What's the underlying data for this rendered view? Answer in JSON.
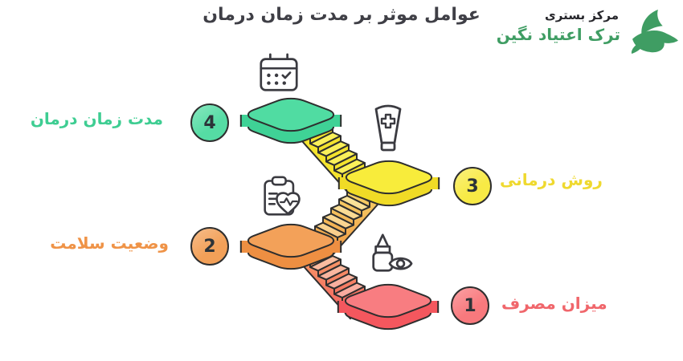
{
  "title": "عوامل موثر بر مدت زمان درمان",
  "logo": {
    "line1": "مرکز بستری",
    "line2": "ترک اعتیاد نگین"
  },
  "steps": [
    {
      "num": "1",
      "label": "میزان مصرف",
      "icon": "nasal-drops-eye-icon"
    },
    {
      "num": "2",
      "label": "وضعیت سلامت",
      "icon": "clipboard-heart-icon"
    },
    {
      "num": "3",
      "label": "روش درمانی",
      "icon": "ointment-tube-icon"
    },
    {
      "num": "4",
      "label": "مدت زمان درمان",
      "icon": "calendar-icon"
    }
  ],
  "palette": {
    "outline": "#2E2E2E",
    "title_color": "#3F3F46",
    "icon_stroke": "#3B3B41",
    "brand_green": "#3F9D63",
    "logo_dark": "#26262B",
    "steps": {
      "1": {
        "top": "#F87D81",
        "side": "#F4575E",
        "badge": "#F8797D",
        "label": "#F0666B",
        "riser_from": "#F6A868",
        "riser_to": "#F45A60",
        "tread_from": "#FBC9A0",
        "tread_to": "#FA9A9E"
      },
      "2": {
        "top": "#F3A159",
        "side": "#EE8F42",
        "badge": "#F2A058",
        "label": "#EF9347",
        "riser_from": "#F7DC6F",
        "riser_to": "#F0923F",
        "tread_from": "#FBF0A2",
        "tread_to": "#F8BC80"
      },
      "3": {
        "top": "#F8EC3B",
        "side": "#F0DB26",
        "badge": "#F8EA45",
        "label": "#EFD92F",
        "riser_from": "#F4E32D",
        "riser_to": "#F4E32D",
        "tread_from": "#FAF05A",
        "tread_to": "#FAF05A"
      },
      "4": {
        "top": "#50DCA2",
        "side": "#3FD296",
        "badge": "#55DCA4",
        "label": "#3ECD92"
      }
    }
  }
}
